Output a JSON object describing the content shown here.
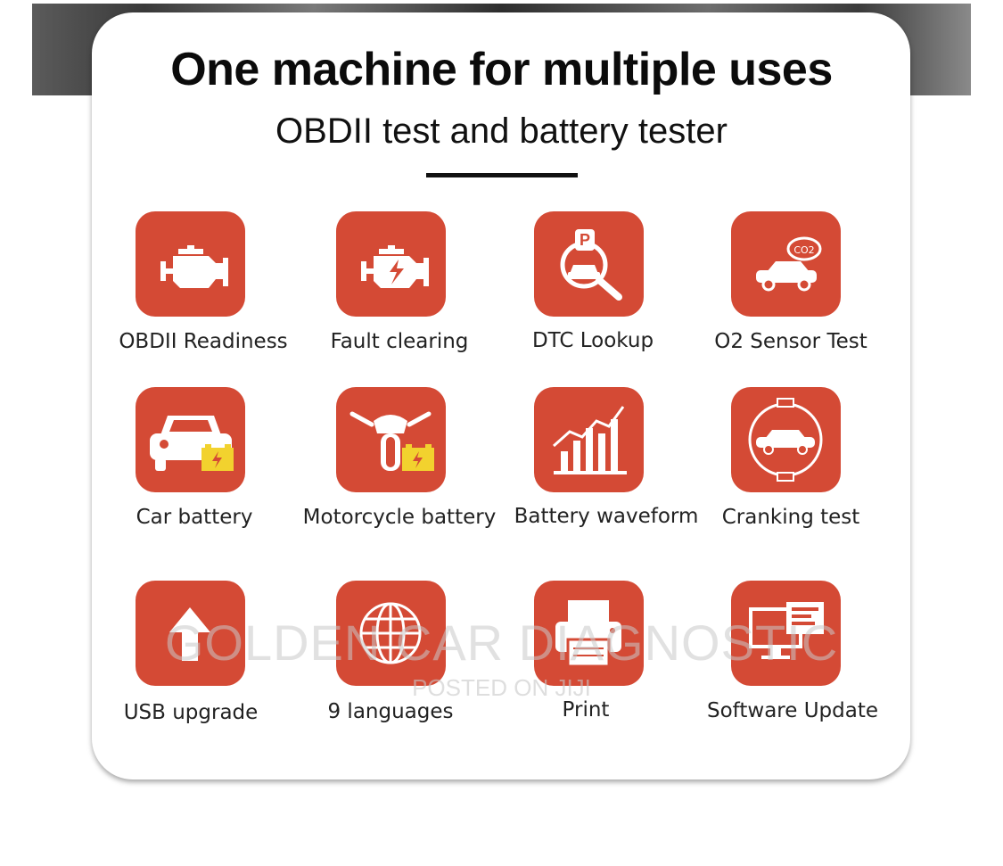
{
  "heading": {
    "title": "One machine for multiple uses",
    "subtitle": "OBDII test and battery tester"
  },
  "features": [
    {
      "label": "OBDII Readiness",
      "icon": "engine-icon"
    },
    {
      "label": "Fault clearing",
      "icon": "engine-fault-icon"
    },
    {
      "label": "DTC Lookup",
      "icon": "dtc-search-icon"
    },
    {
      "label": "O2 Sensor Test",
      "icon": "car-co2-icon"
    },
    {
      "label": "Car battery",
      "icon": "car-battery-icon"
    },
    {
      "label": "Motorcycle battery",
      "icon": "motorcycle-battery-icon"
    },
    {
      "label": "Battery waveform",
      "icon": "bar-chart-icon"
    },
    {
      "label": "Cranking test",
      "icon": "car-cycle-icon"
    },
    {
      "label": "USB upgrade",
      "icon": "upload-arrow-icon"
    },
    {
      "label": "9 languages",
      "icon": "globe-icon"
    },
    {
      "label": "Print",
      "icon": "printer-icon"
    },
    {
      "label": "Software Update",
      "icon": "computer-icon"
    }
  ],
  "watermark": {
    "line1": "GOLDEN CAR DIAGNOSTIC",
    "line2": "POSTED ON JIJI"
  },
  "colors": {
    "tile": "#d44a35",
    "icon": "#ffffff",
    "battery": "#f2d22e"
  }
}
